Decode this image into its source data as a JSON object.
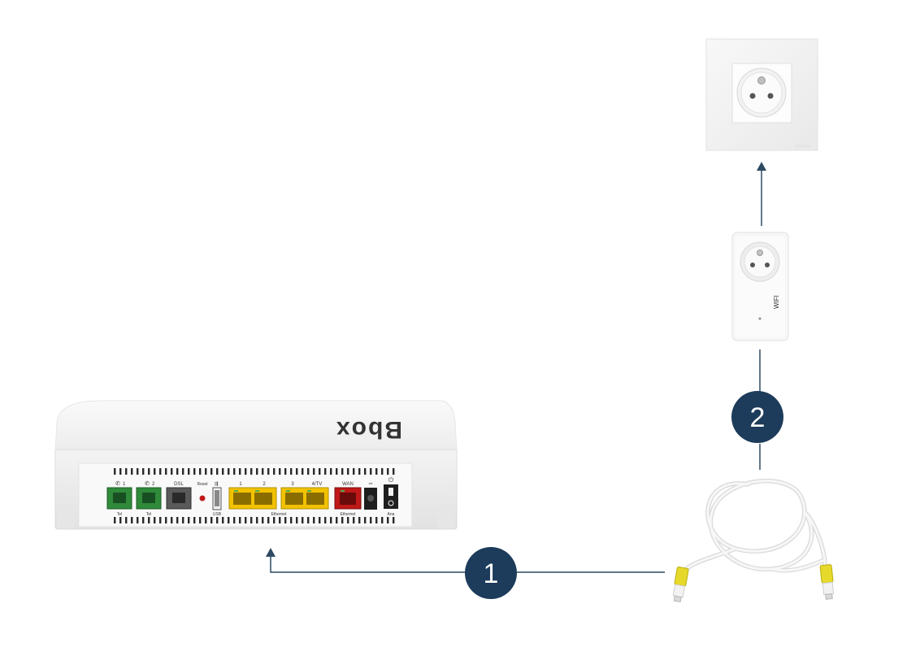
{
  "colors": {
    "accent": "#1d3b5a",
    "arrow": "#2d4a63",
    "port_green": "#2f8a3a",
    "port_yellow": "#f2c200",
    "port_red": "#c01818",
    "port_gray": "#5a5a5a",
    "cable": "#f4f4f4",
    "cable_plug": "#e6d92a"
  },
  "steps": [
    {
      "number": "1"
    },
    {
      "number": "2"
    }
  ],
  "router": {
    "brand": "Bbox",
    "ports": {
      "tel1": "1",
      "tel2": "2",
      "tel_sub": "Tel",
      "dsl": "DSL",
      "reset": "Reset",
      "usb_sub": "USB",
      "eth1": "1",
      "eth2": "2",
      "eth3": "3",
      "eth4": "4/TV",
      "eth_sub": "Ethernet",
      "wan": "WAN",
      "wan_sub": "Ethernet",
      "power_sub": "Ana"
    }
  },
  "devices": {
    "plug_brand": "WIFI"
  },
  "icons": {
    "arrow_head": "arrow-up-icon",
    "phone": "phone-icon",
    "usb": "usb-icon",
    "power": "power-icon"
  }
}
